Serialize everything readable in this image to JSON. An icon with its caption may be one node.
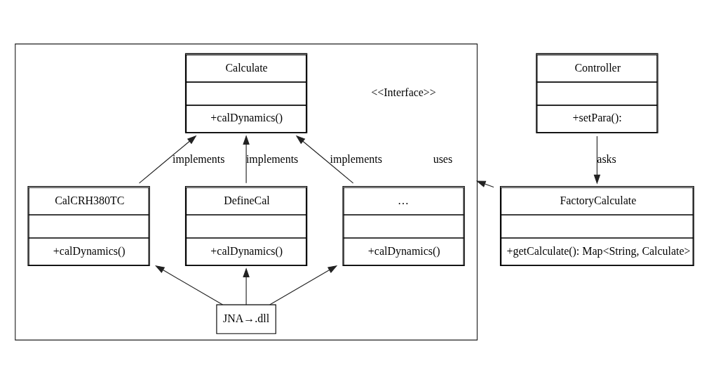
{
  "diagram": {
    "nodes": [
      {
        "text": [],
        "shape": "box"
      },
      {
        "text": [
          "Calculate",
          "+calDynamics()"
        ],
        "in": 0
      },
      {
        "text": [
          "CalCRH380TC",
          "+calDynamics()"
        ],
        "in": 0
      },
      {
        "text": [
          "DefineCal",
          "+calDynamics()"
        ],
        "in": 0
      },
      {
        "text": [
          "…",
          "+calDynamics()"
        ],
        "in": 0
      },
      {
        "text": [
          "JNA→.dll"
        ],
        "in": 0
      },
      {
        "text": [
          "Controller",
          "+setPara():"
        ]
      },
      {
        "text": [
          "FactoryCalculate",
          "+getCalculate(): Map<String, Calculate>"
        ]
      }
    ],
    "edges": [
      {
        "from": 2,
        "to": 1,
        "arrow": "to",
        "label": "implements"
      },
      {
        "from": 3,
        "to": 1,
        "arrow": "to",
        "label": "implements"
      },
      {
        "from": 4,
        "to": 1,
        "arrow": "to",
        "label": "implements"
      },
      {
        "from": 5,
        "to": 2,
        "arrow": "to"
      },
      {
        "from": 5,
        "to": 3,
        "arrow": "to"
      },
      {
        "from": 5,
        "to": 4,
        "arrow": "to"
      },
      {
        "from": 6,
        "to": 7,
        "arrow": "to",
        "label": "asks"
      },
      {
        "from": 7,
        "to": 0,
        "arrow": "to",
        "label": "uses"
      }
    ],
    "labels": [
      "<<Interface>>"
    ]
  }
}
